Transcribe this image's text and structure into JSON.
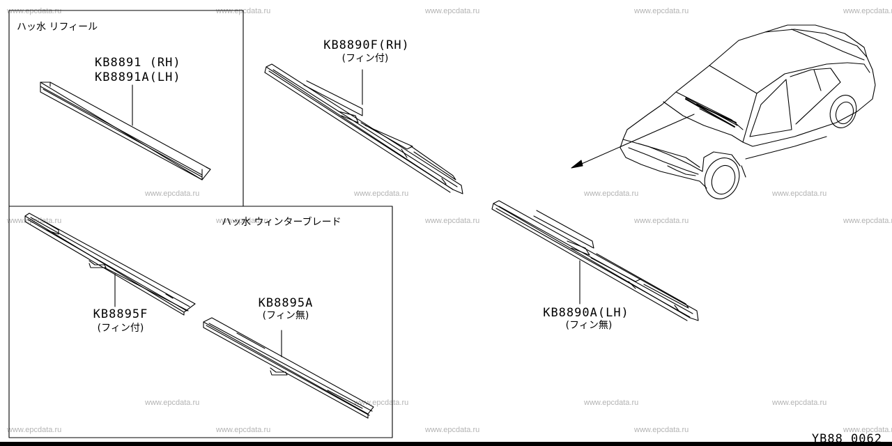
{
  "watermark": "www.epcdata.ru",
  "refill_box": {
    "title": "ハッ水 リフィール",
    "part_rh": "KB8891 (RH)",
    "part_lh": "KB8891A(LH)"
  },
  "winter_box": {
    "title": "ハッ水 ウィンターブレード",
    "blade_f": {
      "part": "KB8895F",
      "note": "(フィン付)"
    },
    "blade_a": {
      "part": "KB8895A",
      "note": "(フィン無)"
    }
  },
  "blade_rh": {
    "part": "KB8890F(RH)",
    "note": "(フィン付)"
  },
  "blade_lh": {
    "part": "KB8890A(LH)",
    "note": "(フィン無)"
  },
  "diagram_code": "YB88 0062",
  "colors": {
    "line": "#000000",
    "watermark": "#b3b3b3",
    "background": "#ffffff"
  }
}
